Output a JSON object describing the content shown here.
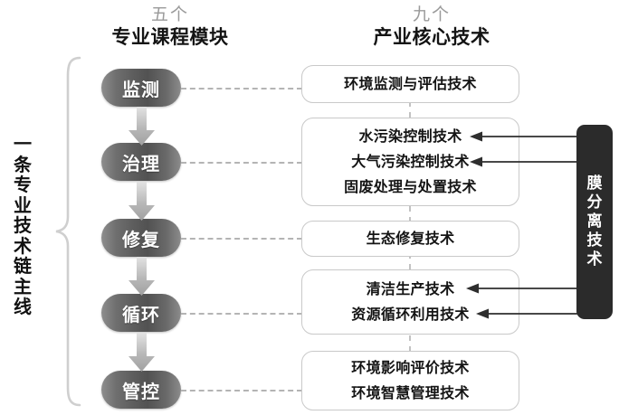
{
  "headers": {
    "left": {
      "count": "五个",
      "title": "专业课程模块"
    },
    "right": {
      "count": "九个",
      "title": "产业核心技术"
    }
  },
  "chain_label": {
    "full_text": "一条专业技术链主线",
    "chars": [
      "一",
      "条",
      "专",
      "业",
      "技",
      "术",
      "链",
      "主",
      "线"
    ]
  },
  "modules": [
    {
      "label": "监测"
    },
    {
      "label": "治理"
    },
    {
      "label": "修复"
    },
    {
      "label": "循环"
    },
    {
      "label": "管控"
    }
  ],
  "technology_cards": [
    {
      "lines": [
        "环境监测与评估技术"
      ]
    },
    {
      "lines": [
        "水污染控制技术",
        "大气污染控制技术",
        "固废处理与处置技术"
      ]
    },
    {
      "lines": [
        "生态修复技术"
      ]
    },
    {
      "lines": [
        "清洁生产技术",
        "资源循环利用技术"
      ]
    },
    {
      "lines": [
        "环境影响评价技术",
        "环境智慧管理技术"
      ]
    }
  ],
  "membrane": {
    "full_text": "膜分离技术",
    "chars": [
      "膜",
      "分",
      "离",
      "技",
      "术"
    ]
  },
  "colors": {
    "pill_dark": "#525252",
    "pill_light": "#8e8e8e",
    "card_border": "#c9c9c9",
    "membrane_bg": "#2b2b2b",
    "dash_gray": "#b4b4b4",
    "count_gray": "#9a9a9a",
    "text_black": "#141414",
    "background": "#ffffff"
  }
}
